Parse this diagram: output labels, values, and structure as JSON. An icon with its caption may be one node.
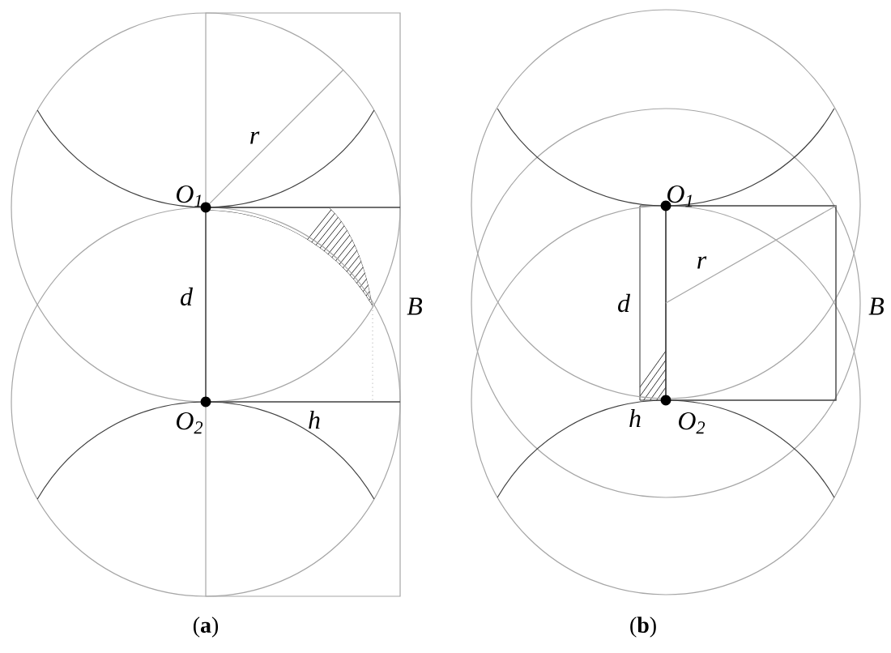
{
  "diagram": {
    "labels": [
      "O$_{1}$",
      "r",
      "d",
      "B",
      "O$_{2}$",
      "h",
      "(**a**)",
      "O$_{1}$",
      "r",
      "d",
      "B",
      "h",
      "O$_{2}$",
      "(**b**)"
    ]
  }
}
